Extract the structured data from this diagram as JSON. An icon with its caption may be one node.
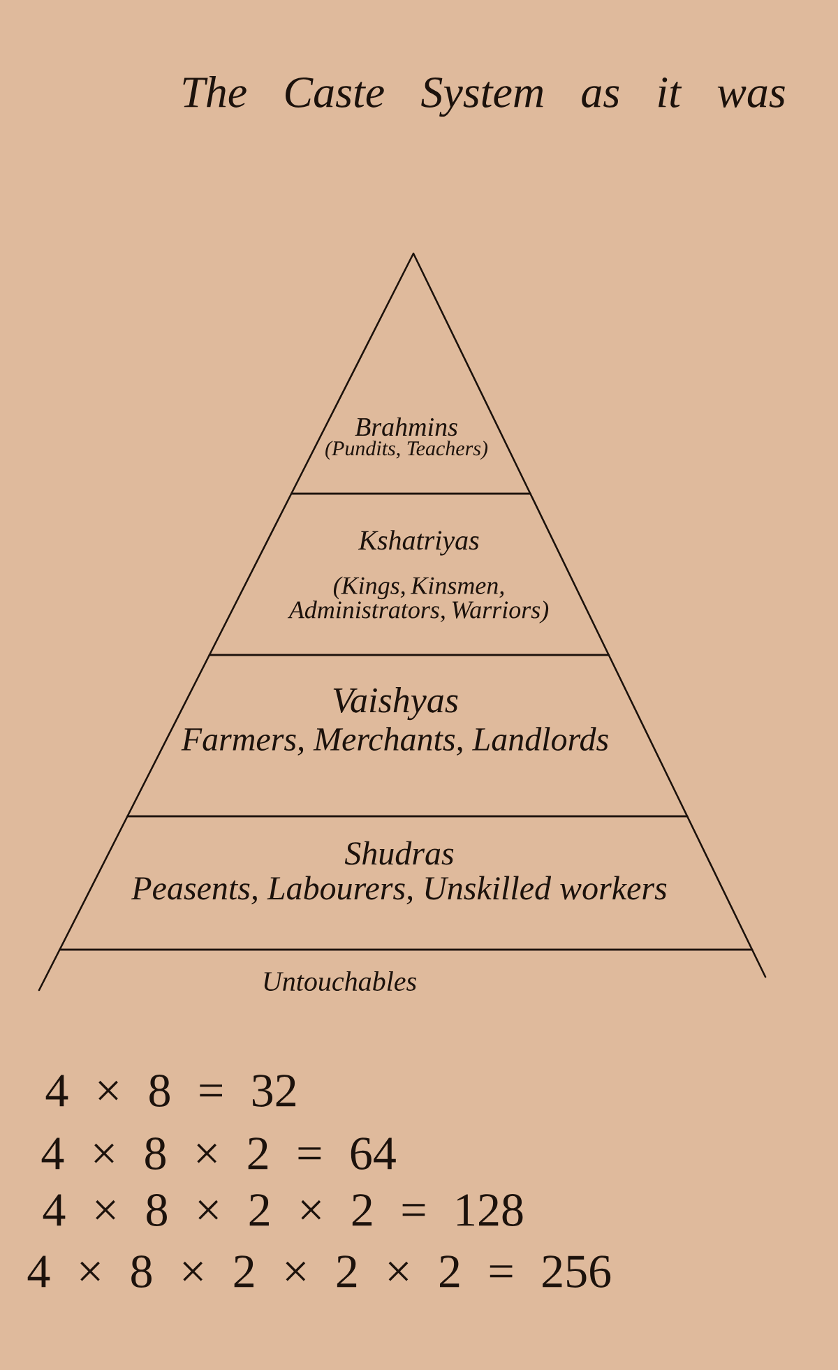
{
  "diagram": {
    "title": "The Caste System as it was",
    "nodes": [
      {
        "text": [
          "Brahmins",
          "(Pundits, Teachers)"
        ]
      },
      {
        "text": [
          "Kshatriyas",
          "(Kings, Kinsmen, Administrators, Warriors)"
        ]
      },
      {
        "text": [
          "Vaishyas",
          "Farmers, Merchants, Landlords"
        ]
      },
      {
        "text": [
          "Shudras",
          "Peasents, Labourers, Unskilled workers"
        ]
      },
      {
        "text": [
          "Untouchables"
        ]
      }
    ],
    "labels": [
      "4 × 8 = 32",
      "4 × 8 × 2 = 64",
      "4 × 8 × 2 × 2 = 128",
      "4 × 8 × 2 × 2 × 2 = 256"
    ]
  }
}
